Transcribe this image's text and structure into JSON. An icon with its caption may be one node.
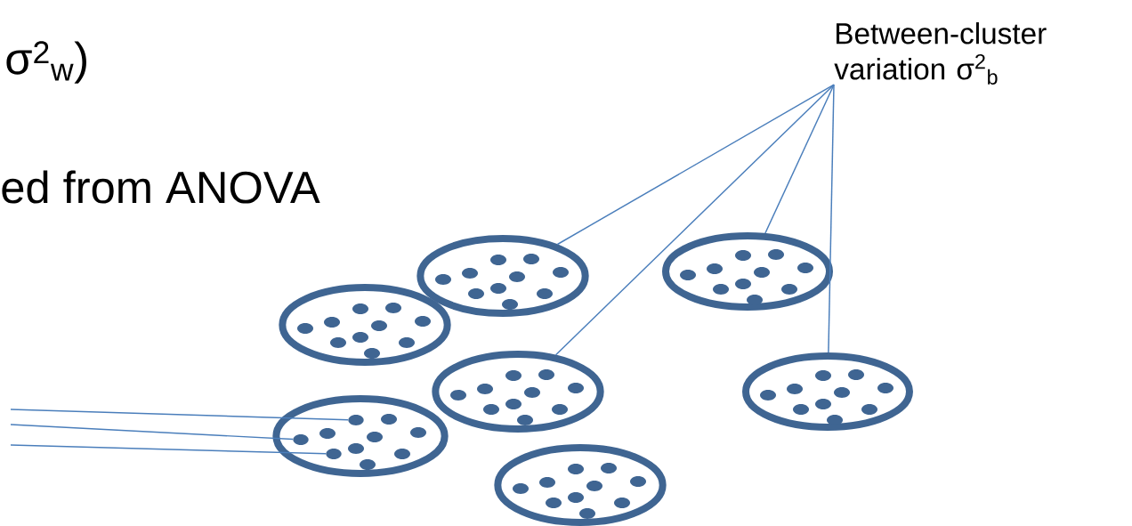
{
  "diagram": {
    "nodes": [
      {
        "text": [
          "Between-cluster variation σ$^{2}$$_{b}$"
        ]
      },
      {
        "text": [],
        "shape": "ellipse"
      },
      {
        "text": [],
        "shape": "ellipse"
      },
      {
        "text": [],
        "shape": "ellipse"
      },
      {
        "text": [],
        "shape": "ellipse"
      },
      {
        "text": [],
        "shape": "ellipse"
      },
      {
        "text": [],
        "shape": "ellipse"
      },
      {
        "text": [],
        "shape": "ellipse"
      },
      {
        "text": [],
        "shape": "circle",
        "in": 6
      },
      {
        "text": [],
        "shape": "circle",
        "in": 6
      },
      {
        "text": [],
        "shape": "circle",
        "in": 6
      }
    ],
    "edges": [
      {
        "from": 0,
        "to": 1,
        "arrow": "none"
      },
      {
        "from": 0,
        "to": 4,
        "arrow": "none"
      },
      {
        "from": 0,
        "to": 2,
        "arrow": "none"
      },
      {
        "from": 0,
        "to": 5,
        "arrow": "none"
      },
      {
        "from": null,
        "to": 8,
        "arrow": "none"
      },
      {
        "from": null,
        "to": 9,
        "arrow": "none"
      },
      {
        "from": null,
        "to": 10,
        "arrow": "none"
      }
    ],
    "labels": [
      "σ$^{2}$$_{w}$)",
      "ed from ANOVA"
    ]
  }
}
